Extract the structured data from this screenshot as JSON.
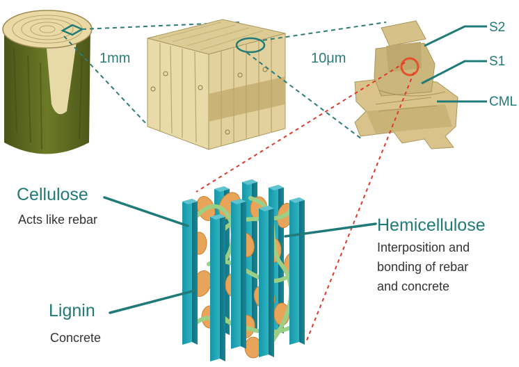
{
  "colors": {
    "teal": "#1f7a78",
    "red_dash": "#e0392b",
    "wood_light": "#e6d4a1",
    "bark": "#5f6b21",
    "cellulose": "#22a3b4",
    "lignin": "#e8a55a",
    "hemicellulose": "#9ccf86"
  },
  "scale_labels": {
    "mm": "1mm",
    "um": "10μm"
  },
  "layers": {
    "s2": "S2",
    "s1": "S1",
    "cml": "CML"
  },
  "components": {
    "cellulose": {
      "title": "Cellulose",
      "desc": "Acts like rebar"
    },
    "lignin": {
      "title": "Lignin",
      "desc": "Concrete"
    },
    "hemicellulose": {
      "title": "Hemicellulose",
      "desc_line1": "Interposition and",
      "desc_line2": "bonding of rebar",
      "desc_line3": "and concrete"
    }
  }
}
